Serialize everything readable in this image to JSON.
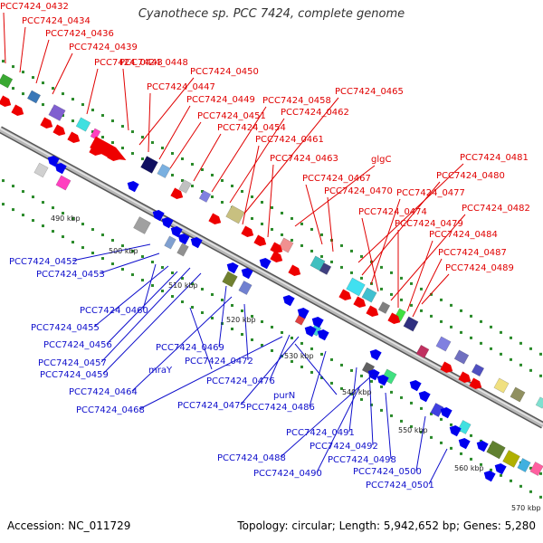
{
  "title": "Cyanothece sp. PCC 7424, complete genome",
  "footer": {
    "accession": "Accession: NC_011729",
    "stats": "Topology: circular; Length: 5,942,652 bp; Genes: 5,280"
  },
  "colors": {
    "forward_label": "#e00000",
    "reverse_label": "#1010cc",
    "backbone": "#8c8c8c",
    "tick_dots": "#2a8a2a",
    "forward_gene": "#ee0000",
    "reverse_gene": "#0000ee"
  },
  "axis_ticks": [
    "490 kbp",
    "500 kbp",
    "510 kbp",
    "520 kbp",
    "530 kbp",
    "540 kbp",
    "550 kbp",
    "560 kbp",
    "570 kbp"
  ],
  "forward_labels": [
    "PCC7424_0432",
    "PCC7424_0434",
    "PCC7424_0436",
    "PCC7424_0439",
    "PCC7424_0443",
    "PCC7424_0448",
    "PCC7424_0450",
    "PCC7424_0447",
    "PCC7424_0449",
    "PCC7424_0451",
    "PCC7424_0454",
    "PCC7424_0458",
    "PCC7424_0462",
    "PCC7424_0465",
    "PCC7424_0461",
    "PCC7424_0463",
    "glgC",
    "PCC7424_0467",
    "PCC7424_0470",
    "PCC7424_0481",
    "PCC7424_0480",
    "PCC7424_0477",
    "PCC7424_0474",
    "PCC7424_0482",
    "PCC7424_0479",
    "PCC7424_0484",
    "PCC7424_0487",
    "PCC7424_0489"
  ],
  "reverse_labels": [
    "PCC7424_0452",
    "PCC7424_0453",
    "PCC7424_0460",
    "PCC7424_0455",
    "PCC7424_0456",
    "PCC7424_0457",
    "PCC7424_0459",
    "PCC7424_0469",
    "PCC7424_0472",
    "mraY",
    "PCC7424_0464",
    "PCC7424_0476",
    "PCC7424_0468",
    "PCC7424_0475",
    "purN",
    "PCC7424_0486",
    "PCC7424_0491",
    "PCC7424_0492",
    "PCC7424_0488",
    "PCC7424_0498",
    "PCC7424_0490",
    "PCC7424_0500",
    "PCC7424_0501"
  ]
}
